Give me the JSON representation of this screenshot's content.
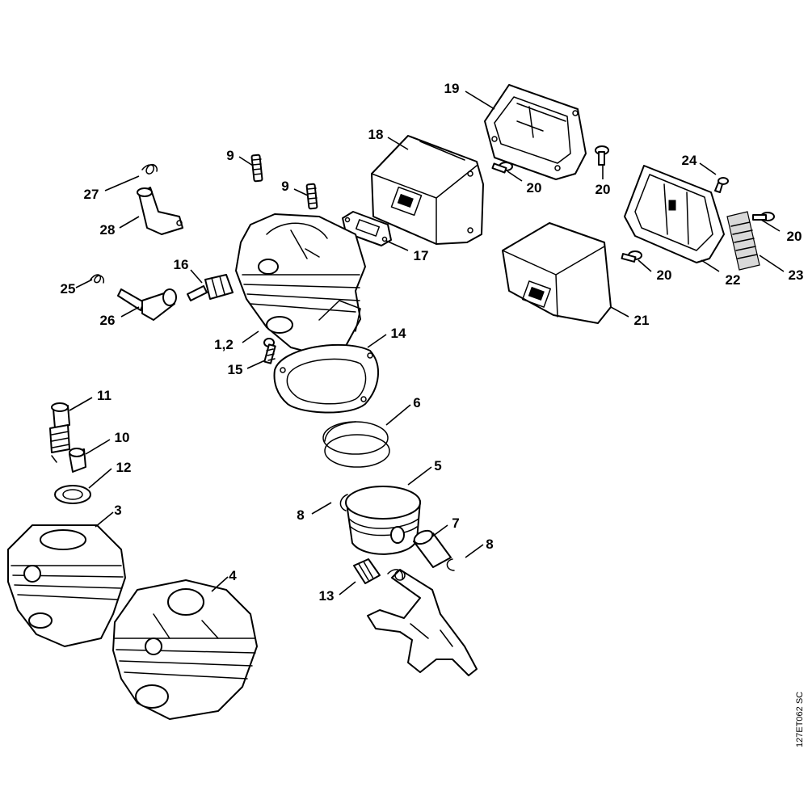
{
  "drawing_code": "127ET062 SC",
  "callouts": [
    {
      "label": "19"
    },
    {
      "label": "18"
    },
    {
      "label": "9"
    },
    {
      "label": "9"
    },
    {
      "label": "20"
    },
    {
      "label": "20"
    },
    {
      "label": "24"
    },
    {
      "label": "27"
    },
    {
      "label": "28"
    },
    {
      "label": "17"
    },
    {
      "label": "20"
    },
    {
      "label": "16"
    },
    {
      "label": "25"
    },
    {
      "label": "26"
    },
    {
      "label": "20"
    },
    {
      "label": "22"
    },
    {
      "label": "23"
    },
    {
      "label": "21"
    },
    {
      "label": "1,2"
    },
    {
      "label": "14"
    },
    {
      "label": "15"
    },
    {
      "label": "11"
    },
    {
      "label": "6"
    },
    {
      "label": "10"
    },
    {
      "label": "12"
    },
    {
      "label": "5"
    },
    {
      "label": "3"
    },
    {
      "label": "8"
    },
    {
      "label": "7"
    },
    {
      "label": "8"
    },
    {
      "label": "4"
    },
    {
      "label": "13"
    }
  ]
}
